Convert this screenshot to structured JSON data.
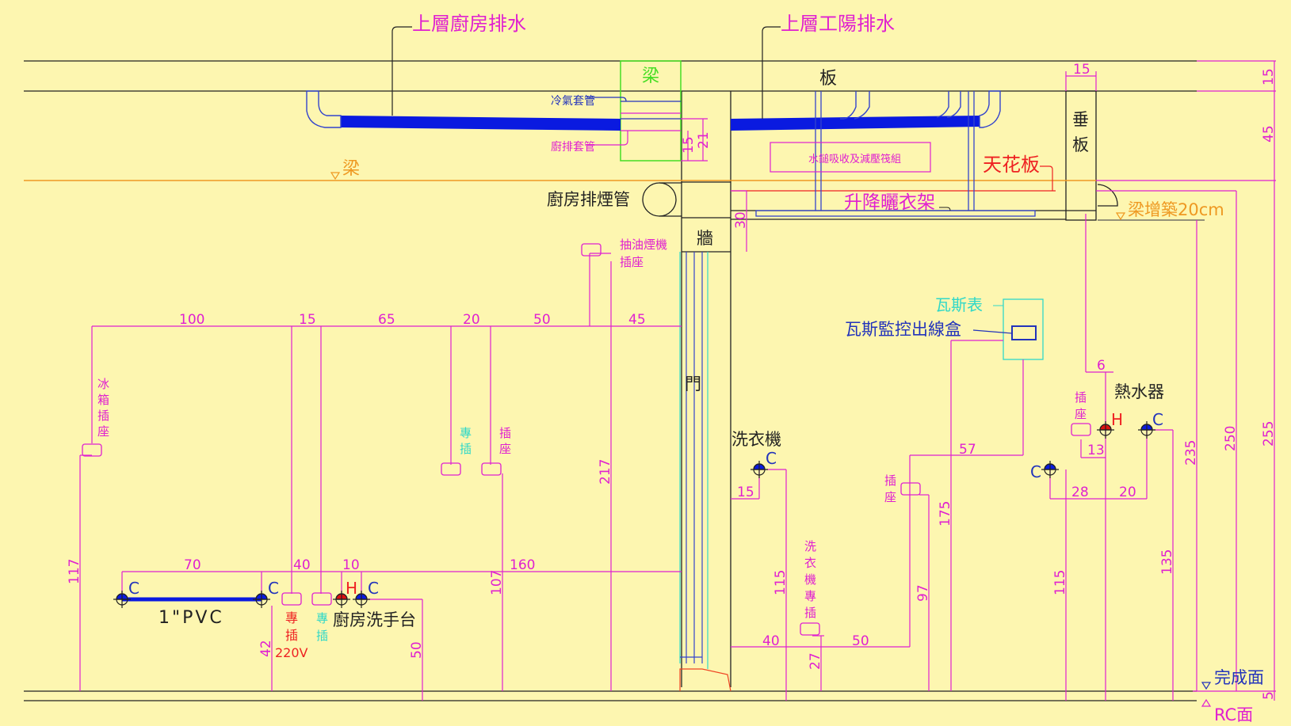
{
  "drawing": {
    "title": "廚房與工作陽台給排水及插座立面圖",
    "colors": {
      "background": "#fdf6b0",
      "dimension": "#e020d0",
      "pipe": "#0a1ae0",
      "cold": "#1020c0",
      "hot": "#dd1111",
      "beam_level": "#ee9922",
      "ceiling": "#ee2222",
      "beam_box": "#44dd22",
      "gas_meter": "#30d8c8",
      "linework": "#222222"
    },
    "top_labels": {
      "upper_kitchen_drain": "上層廚房排水",
      "upper_balcony_drain": "上層工陽排水",
      "beam_box": "梁",
      "slab": "板",
      "ac_sleeve": "冷氣套管",
      "kitchen_drain_sleeve": "廚排套管",
      "beam_level": "梁",
      "kitchen_exhaust": "廚房排煙管",
      "wall": "牆",
      "water_hammer": "水鎚吸收及減壓筏組",
      "ceiling": "天花板",
      "drying_rack": "升降曬衣架",
      "drop_slab": "垂板",
      "beam_raise": "梁增築20cm",
      "door": "門"
    },
    "fixtures": {
      "hood_outlet": "抽油煙機插座",
      "fridge_outlet": "冰箱插座",
      "dedicated_outlet_1": "專插",
      "outlet_1": "插座",
      "dedicated_220v": "專插",
      "voltage": "220V",
      "dedicated_outlet_2": "專插",
      "kitchen_sink": "廚房洗手台",
      "pvc": "1\"PVC",
      "washing_machine": "洗衣機",
      "washer_outlet": "洗衣機專插",
      "outlet_2": "插座",
      "gas_meter": "瓦斯表",
      "gas_monitor_box": "瓦斯監控出線盒",
      "water_heater": "熱水器",
      "outlet_3": "插座",
      "hot": "H",
      "cold": "C"
    },
    "levels": {
      "finish_floor": "完成面",
      "rc_floor": "RC面"
    },
    "dimensions": {
      "top_row": [
        "100",
        "15",
        "65",
        "20",
        "50",
        "45"
      ],
      "sink_row": [
        "70",
        "40",
        "10",
        "160"
      ],
      "vertical_left": [
        "117",
        "42",
        "50",
        "107",
        "217"
      ],
      "beam_sleeve": [
        "15",
        "21"
      ],
      "wall_gap": "30",
      "washer": [
        "15",
        "115",
        "40",
        "27",
        "50",
        "97",
        "175",
        "57"
      ],
      "heater": [
        "6",
        "13",
        "28",
        "20",
        "115",
        "135"
      ],
      "drop_slab_width": "15",
      "right_heights": [
        "15",
        "45",
        "235",
        "250",
        "255",
        "5"
      ]
    }
  }
}
